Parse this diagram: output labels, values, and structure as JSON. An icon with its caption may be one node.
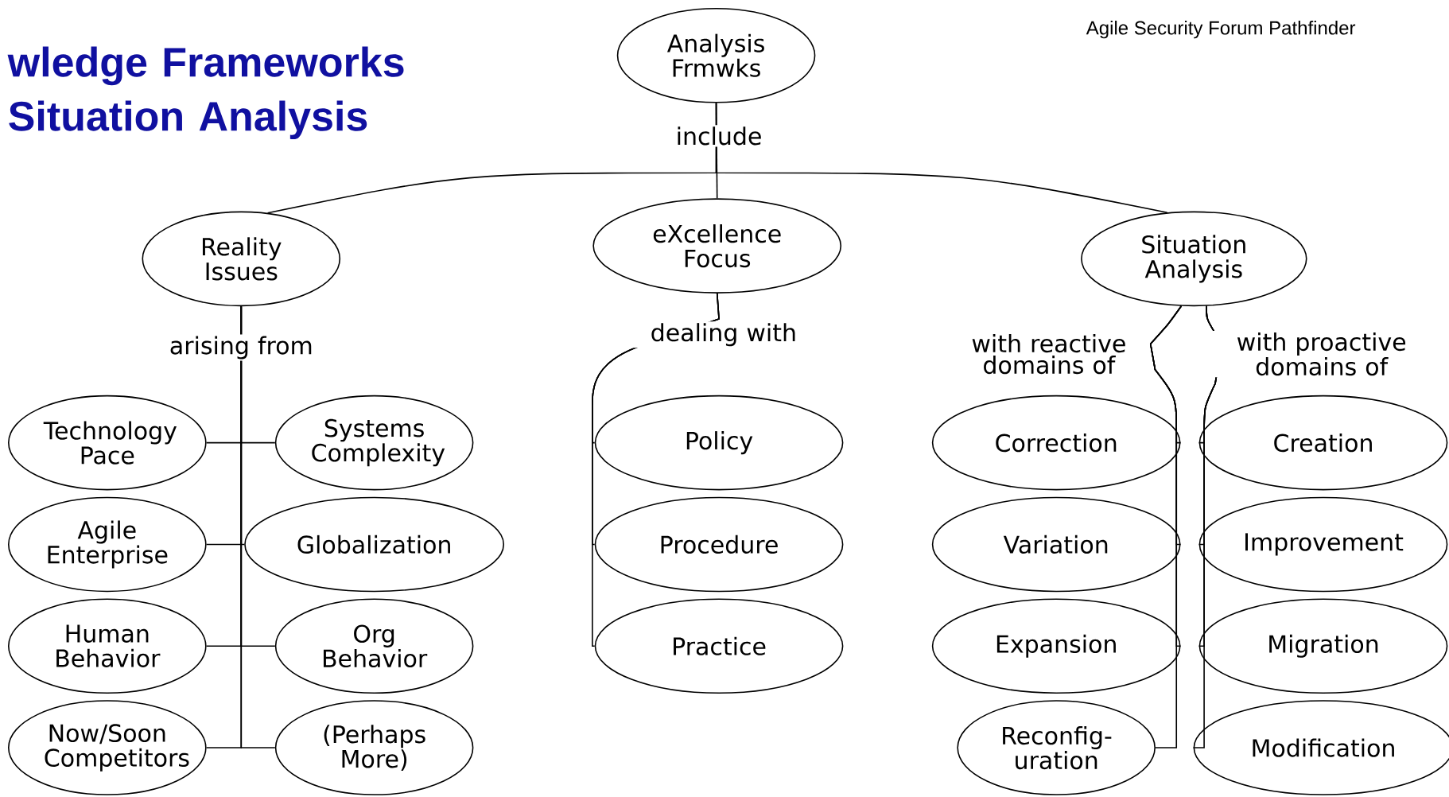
{
  "diagram": {
    "title": "wledge Frameworks Situation Analysis",
    "nodes": [
      {
        "text": [
          "Analysis Frmwks"
        ]
      },
      {
        "text": [
          "Reality Issues"
        ]
      },
      {
        "text": [
          "eXcellence Focus"
        ]
      },
      {
        "text": [
          "Situation Analysis"
        ]
      },
      {
        "text": [
          "Technology Pace"
        ]
      },
      {
        "text": [
          "Systems Complexity"
        ]
      },
      {
        "text": [
          "Agile Enterprise"
        ]
      },
      {
        "text": [
          "Globalization"
        ]
      },
      {
        "text": [
          "Human Behavior"
        ]
      },
      {
        "text": [
          "Org Behavior"
        ]
      },
      {
        "text": [
          "Now/Soon Competitors"
        ]
      },
      {
        "text": [
          "(Perhaps More)"
        ]
      },
      {
        "text": [
          "Policy"
        ]
      },
      {
        "text": [
          "Procedure"
        ]
      },
      {
        "text": [
          "Practice"
        ]
      },
      {
        "text": [
          "Correction"
        ]
      },
      {
        "text": [
          "Creation"
        ]
      },
      {
        "text": [
          "Variation"
        ]
      },
      {
        "text": [
          "Improvement"
        ]
      },
      {
        "text": [
          "Expansion"
        ]
      },
      {
        "text": [
          "Migration"
        ]
      },
      {
        "text": [
          "Reconfig-uration"
        ]
      },
      {
        "text": [
          "Modification"
        ]
      }
    ],
    "edges": [
      {
        "from": 0,
        "to": 1,
        "arrow": "none"
      },
      {
        "from": 0,
        "to": 2,
        "arrow": "none",
        "label": "include"
      },
      {
        "from": 0,
        "to": 3,
        "arrow": "none"
      },
      {
        "from": 1,
        "to": 4,
        "arrow": "none",
        "label": "arising from"
      },
      {
        "from": 1,
        "to": 5,
        "arrow": "none"
      },
      {
        "from": 1,
        "to": 6,
        "arrow": "none"
      },
      {
        "from": 1,
        "to": 7,
        "arrow": "none"
      },
      {
        "from": 1,
        "to": 8,
        "arrow": "none"
      },
      {
        "from": 1,
        "to": 9,
        "arrow": "none"
      },
      {
        "from": 1,
        "to": 10,
        "arrow": "none"
      },
      {
        "from": 1,
        "to": 11,
        "arrow": "none"
      },
      {
        "from": 2,
        "to": 12,
        "arrow": "none",
        "label": "dealing with"
      },
      {
        "from": 2,
        "to": 13,
        "arrow": "none"
      },
      {
        "from": 2,
        "to": 14,
        "arrow": "none"
      },
      {
        "from": 3,
        "to": 15,
        "arrow": "none",
        "label": "with reactive domains of"
      },
      {
        "from": 3,
        "to": 17,
        "arrow": "none"
      },
      {
        "from": 3,
        "to": 19,
        "arrow": "none"
      },
      {
        "from": 3,
        "to": 21,
        "arrow": "none"
      },
      {
        "from": 3,
        "to": 16,
        "arrow": "none",
        "label": "with proactive domains of"
      },
      {
        "from": 3,
        "to": 18,
        "arrow": "none"
      },
      {
        "from": 3,
        "to": 20,
        "arrow": "none"
      },
      {
        "from": 3,
        "to": 22,
        "arrow": "none"
      }
    ],
    "labels": [
      "Agile Security Forum Pathfinder"
    ]
  }
}
